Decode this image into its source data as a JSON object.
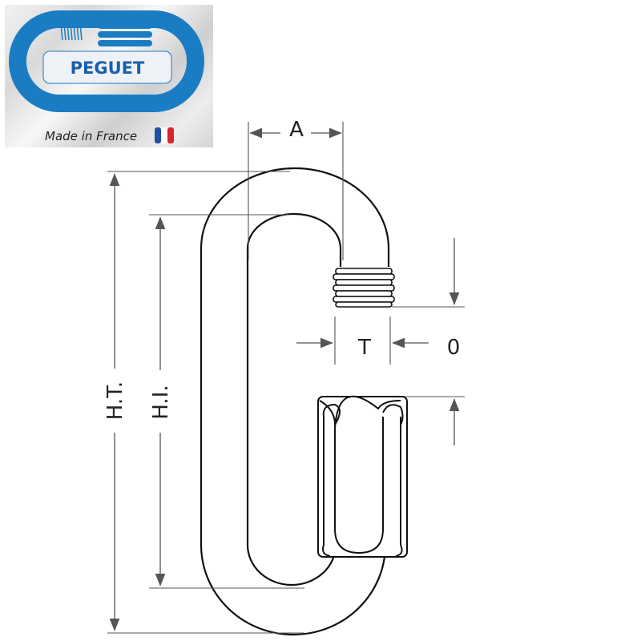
{
  "logo": {
    "brand": "PEGUET",
    "tagline": "Made in France",
    "brand_color": "#1a7dc4",
    "flag_colors": [
      "#1f4fa3",
      "#ffffff",
      "#d8262c"
    ]
  },
  "dimensions": {
    "a": "A",
    "t": "T",
    "o": "0",
    "ht": "H.T.",
    "hi": "H.I."
  },
  "colors": {
    "line": "#111111"
  }
}
